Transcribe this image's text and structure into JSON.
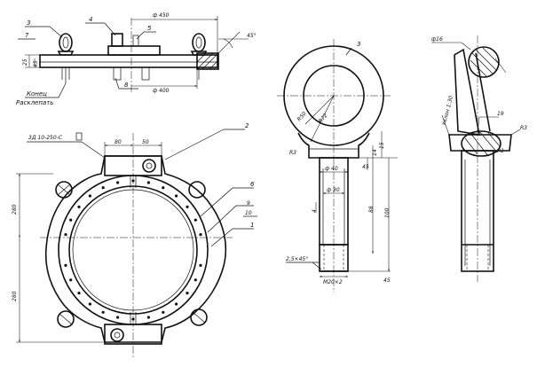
{
  "top_view": {
    "callouts": {
      "n3": "3",
      "n4": "4",
      "n5": "5",
      "n7": "7",
      "n8": "8"
    },
    "dims": {
      "d450": "ф 450",
      "d400": "ф 400",
      "h25": "25",
      "h45": "45",
      "angle": "45°"
    },
    "end_note_line1": "Конец",
    "end_note_line2": "Расклепать"
  },
  "plan_view": {
    "callouts": {
      "n2": "2",
      "n6": "6",
      "n9": "9",
      "n10": "10",
      "n1": "1"
    },
    "weld_note": "3Д 10-250-С",
    "dims": {
      "w80": "80",
      "w50": "50",
      "h280a": "280",
      "h280b": "280"
    }
  },
  "eyebolt_front": {
    "callout": "3",
    "dims": {
      "r50": "R50",
      "r72": "R72",
      "r3": "R3",
      "d40": "ф 40",
      "d30": "ф 30",
      "v14": "14",
      "v15": "15",
      "v45": "45",
      "v88": "88",
      "v100": "100",
      "v4": "4",
      "chamfer": "2,5×45°",
      "thread": "М20×2",
      "v45b": "45"
    }
  },
  "eyebolt_side": {
    "dims": {
      "d16": "ф16",
      "slope": "Уклон 1:30",
      "d19": "19",
      "r3": "R3",
      "r1": "R1"
    }
  }
}
